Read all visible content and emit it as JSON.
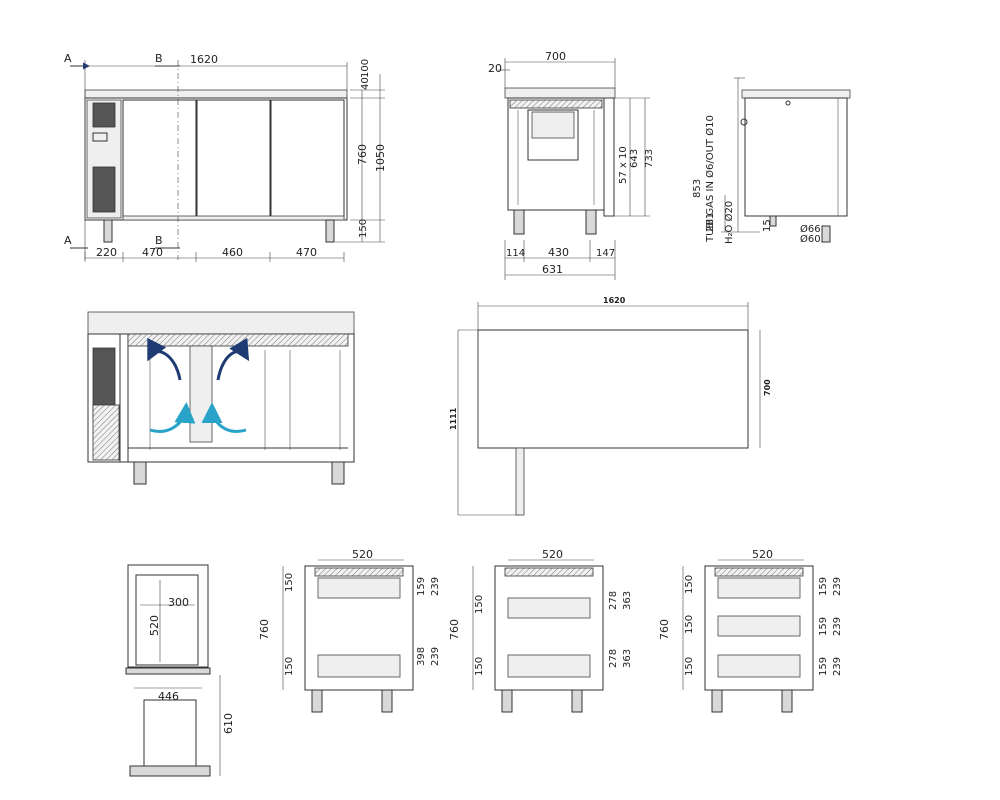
{
  "colors": {
    "airflow_warm": "#1f3b73",
    "airflow_cool": "#2aa3c9",
    "line": "#333333"
  },
  "labels": {
    "section_a": "A",
    "section_b": "B",
    "tubi_gas": "TUBI GAS IN Ø6/OUT Ø10",
    "h2o": "H₂O Ø20"
  },
  "front_view": {
    "width": "1620",
    "top_40": "40",
    "top_100": "100",
    "height_760": "760",
    "height_1050": "1050",
    "foot_150": "150",
    "w_220": "220",
    "w_470a": "470",
    "w_460": "460",
    "w_470b": "470"
  },
  "side_view": {
    "width_700": "700",
    "offset_20": "20",
    "v_57x10": "57 x 10",
    "v_643": "643",
    "v_733": "733",
    "w_114": "114",
    "w_430": "430",
    "w_147": "147",
    "w_631": "631"
  },
  "right_view": {
    "h_853": "853",
    "h_281": "281",
    "h_15": "15",
    "d_66": "Ø66",
    "d_60": "Ø60"
  },
  "plan_view": {
    "width": "1620",
    "depth": "700",
    "door_swing": "1111"
  },
  "drawer_view": {
    "h_520": "520",
    "w_300": "300",
    "w_446": "446",
    "h_610": "610"
  },
  "config1": {
    "top": "520",
    "h_760": "760",
    "h_150a": "150",
    "h_150b": "150",
    "d_159": "159",
    "d_239": "239",
    "d_398": "398",
    "d_239b": "239"
  },
  "config2": {
    "top": "520",
    "h_760": "760",
    "h_150a": "150",
    "h_150b": "150",
    "d_278a": "278",
    "d_363a": "363",
    "d_278b": "278",
    "d_363b": "363"
  },
  "config3": {
    "top": "520",
    "h_760": "760",
    "h_150a": "150",
    "h_150b": "150",
    "h_150c": "150",
    "d_159a": "159",
    "d_239a": "239",
    "d_159b": "159",
    "d_239b": "239",
    "d_159c": "159",
    "d_239c": "239"
  }
}
